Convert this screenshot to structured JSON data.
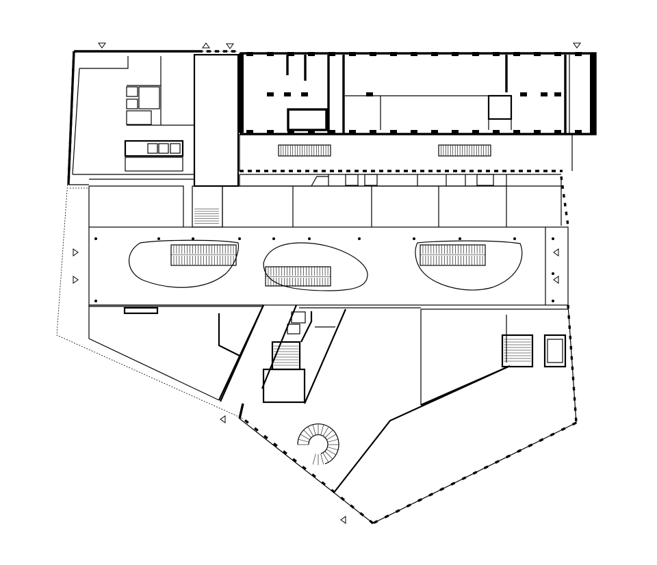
{
  "drawing": {
    "type": "architectural floor plan",
    "line_color": "#000000",
    "background_color": "#ffffff",
    "entrance_marker_count": 11,
    "escalator_island_count": 3,
    "spiral_stair_count": 1
  }
}
